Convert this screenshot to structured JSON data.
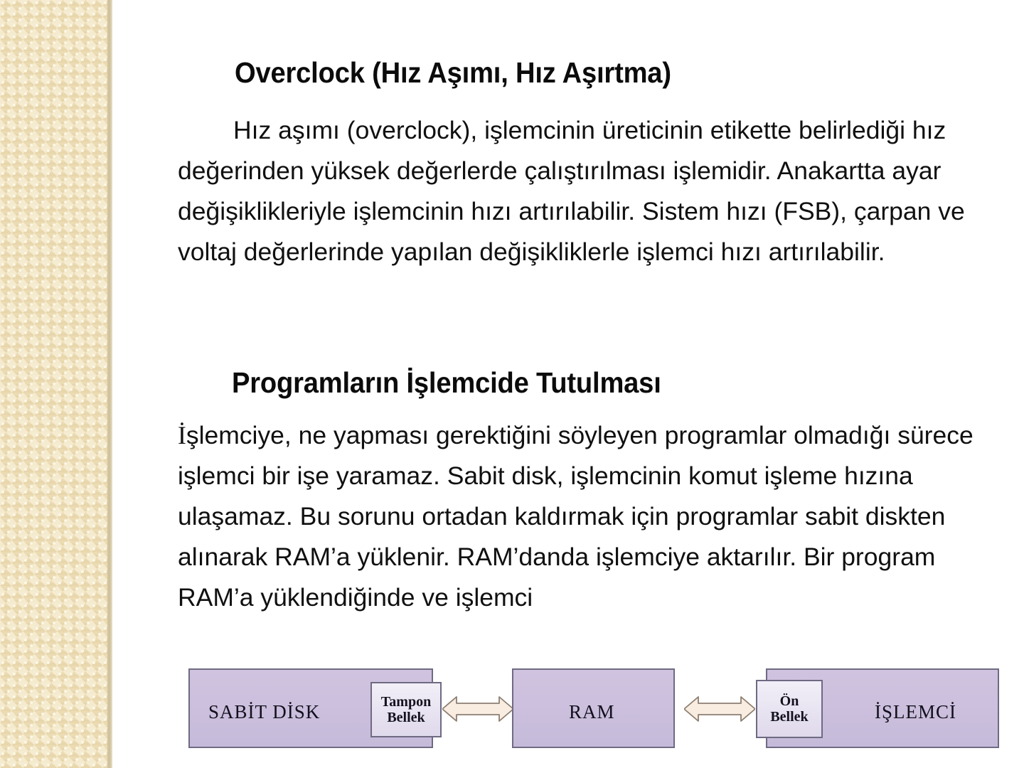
{
  "slide": {
    "background_color": "#ffffff",
    "sidebar_color": "#ecdcb4",
    "sidebar_edge_color": "#cdbf99"
  },
  "headings": {
    "first": "Overclock (Hız Aşımı, Hız Aşırtma)",
    "second": "Programların İşlemcide Tutulması"
  },
  "paragraphs": {
    "first": "Hız aşımı (overclock), işlemcinin üreticinin etikette belirlediği hız değerinden yüksek değerlerde çalıştırılması işlemidir. Anakartta ayar değişiklikleriyle işlemcinin hızı artırılabilir. Sistem hızı (FSB), çarpan ve voltaj değerlerinde yapılan değişikliklerle işlemci hızı artırılabilir.",
    "second_prefix": "İ",
    "second": "şlemciye, ne yapması gerektiğini söyleyen programlar olmadığı sürece işlemci bir işe yaramaz. Sabit disk, işlemcinin komut işleme hızına ulaşamaz. Bu sorunu ortadan kaldırmak için programlar sabit diskten alınarak RAM’a yüklenir. RAM’danda işlemciye aktarılır. Bir program RAM’a yüklendiğinde ve işlemci"
  },
  "diagram": {
    "box_fill_color": "#cbbfdd",
    "box_border_color": "#6f6a82",
    "inner_fill_color": "#eae5f3",
    "arrow_fill_color": "#f9ece0",
    "arrow_border_color": "#8d7f72",
    "boxes": [
      {
        "id": "sabit-disk",
        "label": "SABİT DİSK",
        "inner_label": "Tampon\nBellek"
      },
      {
        "id": "ram",
        "label": "RAM",
        "inner_label": ""
      },
      {
        "id": "islemci",
        "label": "İŞLEMCİ",
        "inner_label": "Ön\nBellek"
      }
    ],
    "labels": {
      "disk": "SABİT DİSK",
      "tampon_line1": "Tampon",
      "tampon_line2": "Bellek",
      "ram": "RAM",
      "on_line1": "Ön",
      "on_line2": "Bellek",
      "islemci": "İŞLEMCİ"
    },
    "connectors": [
      {
        "id": "disk-ram",
        "type": "double-arrow"
      },
      {
        "id": "ram-islemci",
        "type": "double-arrow"
      }
    ]
  }
}
